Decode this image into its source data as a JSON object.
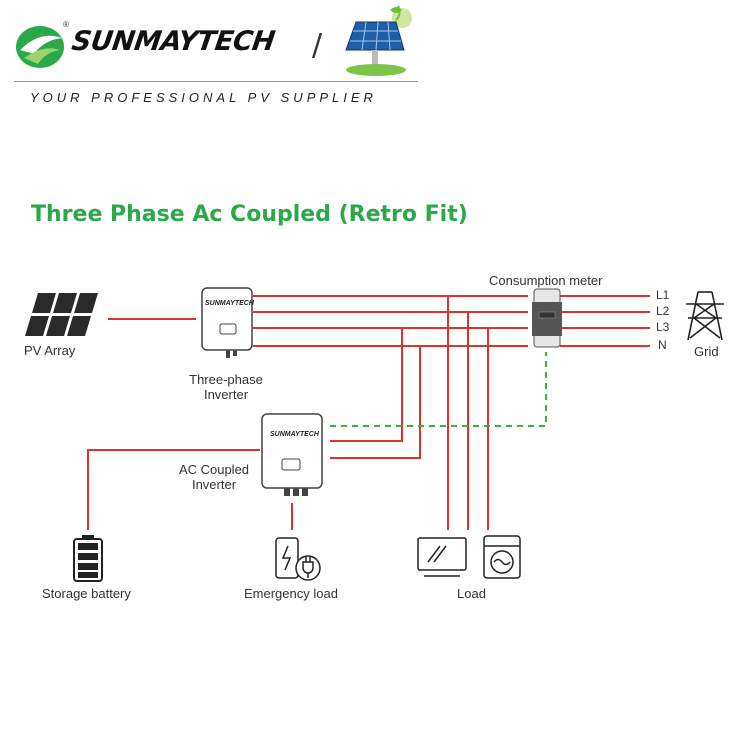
{
  "header": {
    "brand": "SUNMAYTECH",
    "registered_mark": "®",
    "divider": "/",
    "tagline": "YOUR PROFESSIONAL PV SUPPLIER",
    "colors": {
      "brand_green": "#2aa84a",
      "brand_dark": "#111111"
    }
  },
  "diagram": {
    "title": "Three Phase Ac Coupled (Retro Fit)",
    "components": {
      "pv_array": "PV Array",
      "three_phase_inverter": "Three-phase\nInverter",
      "inverter_brand": "SUNMAYTECH",
      "consumption_meter": "Consumption meter",
      "grid": "Grid",
      "ac_coupled_inverter": "AC Coupled\nInverter",
      "storage_battery": "Storage battery",
      "emergency_load": "Emergency load",
      "load": "Load"
    },
    "lines": [
      "L1",
      "L2",
      "L3",
      "N"
    ],
    "colors": {
      "power_line": "#e03030",
      "comm_line": "#3cb043",
      "device_outline": "#444444"
    },
    "icons": [
      "solar-panel-icon",
      "inverter-icon",
      "meter-icon",
      "transmission-tower-icon",
      "battery-icon",
      "ev-charger-icon",
      "monitor-icon",
      "washing-machine-icon"
    ]
  }
}
